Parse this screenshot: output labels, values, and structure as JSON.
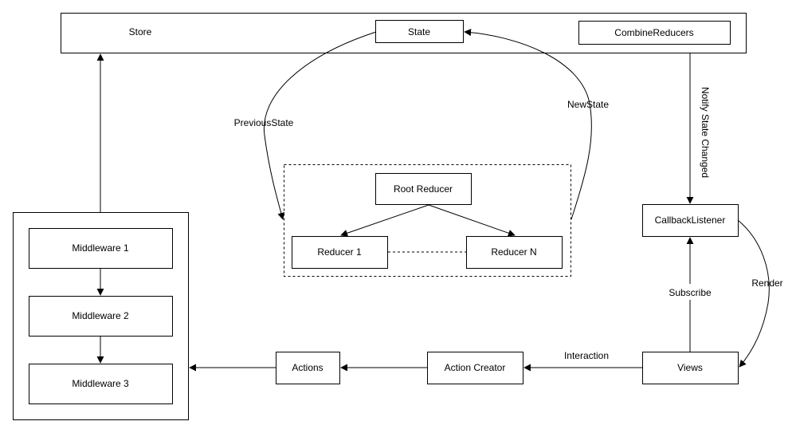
{
  "diagram": {
    "store": {
      "label": "Store"
    },
    "state": {
      "label": "State"
    },
    "combine_reducers": {
      "label": "CombineReducers"
    },
    "root_reducer": {
      "label": "Root Reducer"
    },
    "reducer_1": {
      "label": "Reducer 1"
    },
    "reducer_n": {
      "label": "Reducer N"
    },
    "callback_listener": {
      "label": "CallbackListener"
    },
    "views": {
      "label": "Views"
    },
    "action_creator": {
      "label": "Action Creator"
    },
    "actions": {
      "label": "Actions"
    },
    "middleware_1": {
      "label": "Middleware 1"
    },
    "middleware_2": {
      "label": "Middleware 2"
    },
    "middleware_3": {
      "label": "Middleware 3"
    },
    "edge_labels": {
      "previous_state": "PreviousState",
      "new_state": "NewState",
      "notify_state_changed": "Notify State Changed",
      "subscribe": "Subscribe",
      "render": "Render",
      "interaction": "Interaction"
    }
  }
}
